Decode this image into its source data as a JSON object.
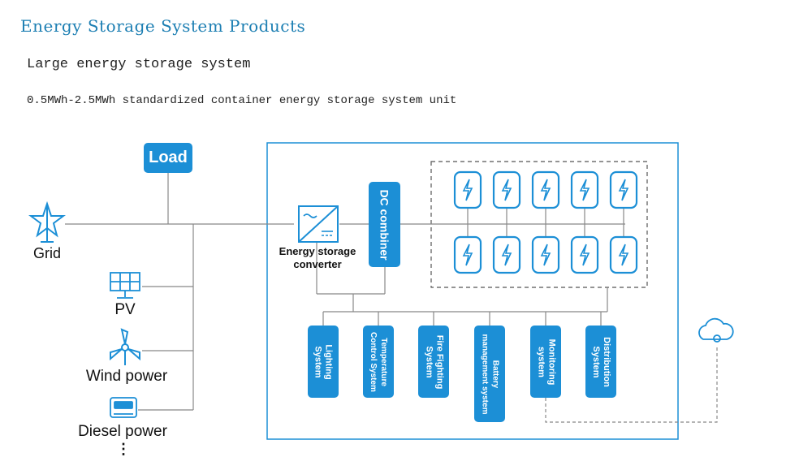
{
  "header": {
    "title": "Energy Storage System Products",
    "subtitle": "Large energy storage system",
    "description": "0.5MWh-2.5MWh standardized container energy storage system unit"
  },
  "sources": {
    "load": "Load",
    "grid": "Grid",
    "pv": "PV",
    "wind": "Wind power",
    "diesel": "Diesel power",
    "more": "⋮"
  },
  "container": {
    "converter_label": "Energy storage\nconverter",
    "dc_combiner": "DC combiner",
    "subsystems": [
      "Lighting\nSystem",
      "Temperature\nControl System",
      "Fire Fighting\nSystem",
      "Battery\nmanagement system",
      "Monitoring\nsystem",
      "Distribution\nSystem"
    ]
  },
  "colors": {
    "accent": "#1c8fd6",
    "title": "#1d7fb3",
    "line": "#888888"
  },
  "icons": [
    "grid-tower-icon",
    "solar-panel-icon",
    "wind-turbine-icon",
    "diesel-generator-icon",
    "converter-icon",
    "battery-icon",
    "cloud-icon"
  ]
}
